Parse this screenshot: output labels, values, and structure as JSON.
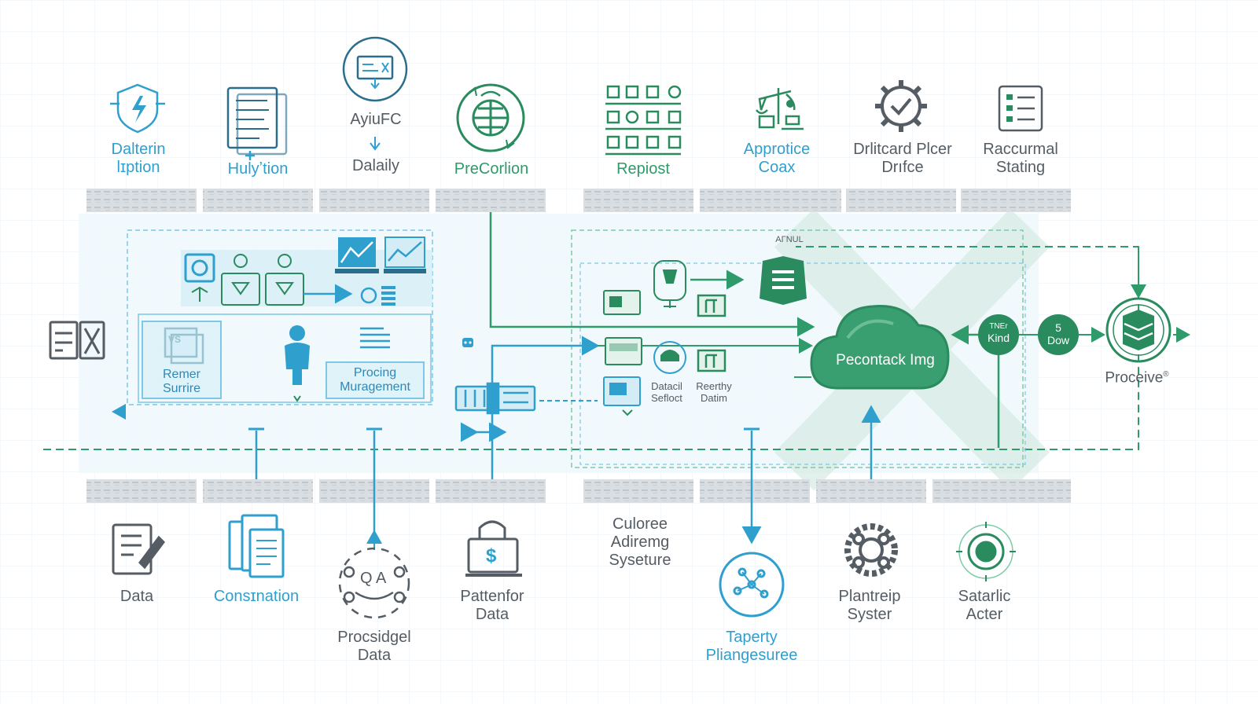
{
  "colors": {
    "blue": "#2f9fce",
    "light_blue": "#7cc8e6",
    "green": "#2f9a6a",
    "dark_green": "#2a8b5e",
    "gray": "#5a6168",
    "band": "#d9dee2"
  },
  "top_nodes": [
    {
      "icon": "shield-bolt-icon",
      "line1": "Dalterin",
      "line2": "lɪption"
    },
    {
      "icon": "document-icon",
      "line1": "Hulyʼtion",
      "line2": ""
    },
    {
      "icon": "monitor-cycle-icon",
      "line1": "AyiuFC",
      "line2": "Dalaily"
    },
    {
      "icon": "globe-cycle-icon",
      "line1": "PreCorlion",
      "line2": ""
    },
    {
      "icon": "grid-report-icon",
      "line1": "Repiost",
      "line2": ""
    },
    {
      "icon": "scale-icon",
      "line1": "Approtice",
      "line2": "Coax"
    },
    {
      "icon": "gear-check-icon",
      "line1": "Drlitcard Plcer",
      "line2": "Drıfce"
    },
    {
      "icon": "checklist-icon",
      "line1": "Raccurmal",
      "line2": "Stating"
    }
  ],
  "bottom_nodes": [
    {
      "icon": "document-edit-icon",
      "line1": "Data",
      "line2": ""
    },
    {
      "icon": "documents-icon",
      "line1": "Consɪnation",
      "line2": ""
    },
    {
      "icon": "people-network-icon",
      "line1": "Procsidgel",
      "line2": "Data"
    },
    {
      "icon": "lock-dollar-icon",
      "line1": "Pattenfor",
      "line2": "Data"
    },
    {
      "icon": "",
      "line1": "Culoree",
      "line2": "Adiremg",
      "line3": "Syseture"
    },
    {
      "icon": "circuit-globe-icon",
      "line1": "Taperty",
      "line2": "Pliangesuree"
    },
    {
      "icon": "gears-cluster-icon",
      "line1": "Plantreip",
      "line2": "Syster"
    },
    {
      "icon": "target-icon",
      "line1": "Satarlic",
      "line2": "Acter"
    }
  ],
  "left_panel": {
    "remer_label_1": "Remer",
    "remer_label_2": "Surrire",
    "procing_label_1": "Procing",
    "procing_label_2": "Muragement"
  },
  "center": {
    "small_label": "AΓNUL",
    "datacil_1": "Datacil",
    "datacil_2": "Sefloct",
    "reerthy_1": "Reerthy",
    "reerthy_2": "Datim",
    "cloud_label": "Pecontack Img"
  },
  "right_nodes": {
    "node1_line1": "TNEr",
    "node1_line2": "Kind",
    "node2_line1": "5",
    "node2_line2": "Dow",
    "proceive_label": "Proceive",
    "proceive_mark": "®"
  }
}
